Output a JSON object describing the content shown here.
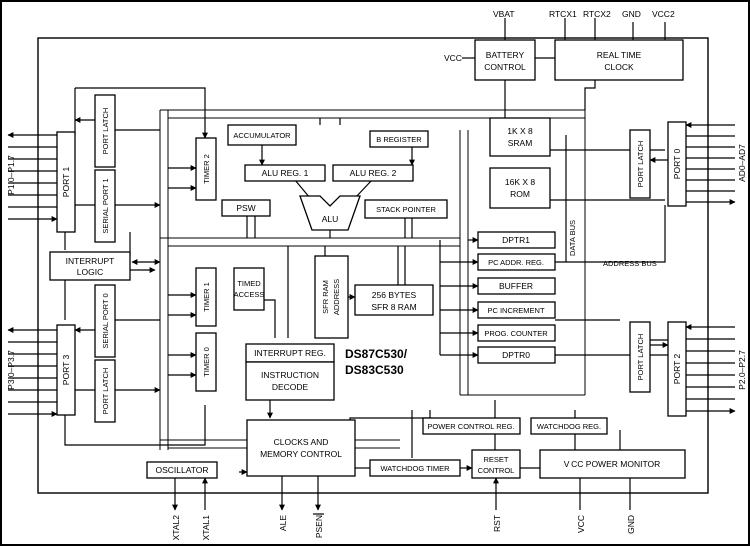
{
  "blocks": {
    "battery_control": [
      "BATTERY",
      "CONTROL"
    ],
    "real_time_clock": [
      "REAL TIME",
      "CLOCK"
    ],
    "port_latch_1": "PORT LATCH",
    "port1": "PORT 1",
    "serial_port_1": "SERIAL PORT 1",
    "accumulator": "ACCUMULATOR",
    "b_register": "B REGISTER",
    "timer2": "TIMER 2",
    "alu_reg1": "ALU REG. 1",
    "alu_reg2": "ALU REG. 2",
    "sram": [
      "1K X 8",
      "SRAM"
    ],
    "rom": [
      "16K X 8",
      "ROM"
    ],
    "port_latch_0": "PORT LATCH",
    "port0": "PORT 0",
    "psw": "PSW",
    "alu": "ALU",
    "stack_pointer": "STACK POINTER",
    "interrupt_logic": [
      "INTERRUPT",
      "LOGIC"
    ],
    "dptr1": "DPTR1",
    "data_bus": "DATA BUS",
    "pc_addr_reg": "PC ADDR. REG.",
    "address_bus": "ADDRESS BUS",
    "timed_access": [
      "TIMED",
      "ACCESS"
    ],
    "timer1": "TIMER 1",
    "sfr_ram_address": [
      "SFR RAM",
      "ADDRESS"
    ],
    "sfr_ram": [
      "256 BYTES",
      "SFR 8 RAM"
    ],
    "buffer": "BUFFER",
    "pc_increment": "PC INCREMENT",
    "serial_port_0": "SERIAL PORT 0",
    "port3": "PORT 3",
    "port_latch_3": "PORT LATCH",
    "timer0": "TIMER 0",
    "interrupt_reg": "INTERRUPT REG.",
    "instruction_decode": [
      "INSTRUCTION",
      "DECODE"
    ],
    "prog_counter": "PROG. COUNTER",
    "dptr0": "DPTR0",
    "port_latch_2": "PORT LATCH",
    "port2": "PORT 2",
    "power_control_reg": "POWER CONTROL REG.",
    "watchdog_reg": "WATCHDOG REG.",
    "clocks_memory_control": [
      "CLOCKS AND",
      "MEMORY CONTROL"
    ],
    "oscillator": "OSCILLATOR",
    "watchdog_timer": "WATCHDOG TIMER",
    "reset_control": [
      "RESET",
      "CONTROL"
    ],
    "vcc_power_monitor": "V CC POWER MONITOR"
  },
  "chip_name": [
    "DS87C530/",
    "DS83C530"
  ],
  "pins": {
    "vbat": "VBAT",
    "rtcx1": "RTCX1",
    "rtcx2": "RTCX2",
    "gnd_top": "GND",
    "vcc2": "VCC2",
    "vcc_batt": "VCC",
    "p1": "P1.0–P1.7",
    "p3": "P3.0–P3.7",
    "ad": "AD0–AD7",
    "p2": "P2.0–P2.7",
    "xtal2": "XTAL2",
    "xtal1": "XTAL1",
    "ale": "ALE",
    "psen": "PSEN",
    "rst": "RST",
    "vcc_bottom": "VCC",
    "gnd_bottom": "GND"
  }
}
